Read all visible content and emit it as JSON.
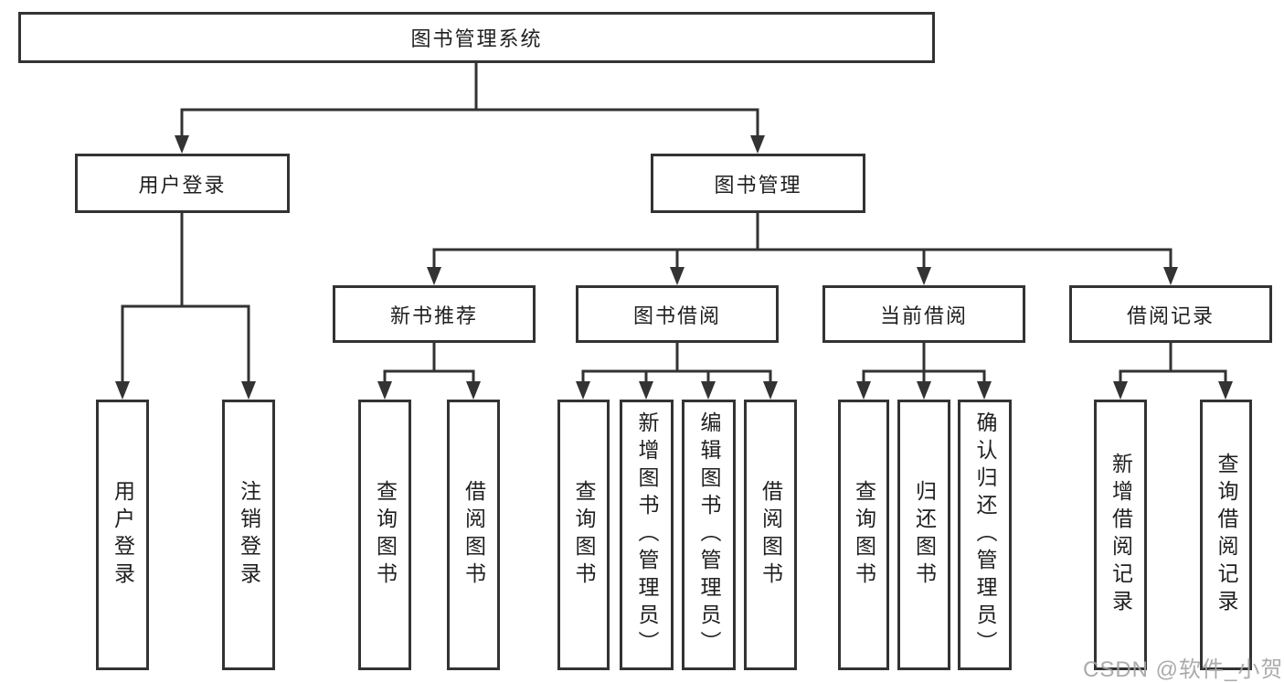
{
  "diagram": {
    "root": {
      "label": "图书管理系统"
    },
    "level2": [
      {
        "label": "用户登录"
      },
      {
        "label": "图书管理"
      }
    ],
    "level3": [
      {
        "label": "新书推荐"
      },
      {
        "label": "图书借阅"
      },
      {
        "label": "当前借阅"
      },
      {
        "label": "借阅记录"
      }
    ],
    "leaves": {
      "user_login": [
        "用户登录",
        "注销登录"
      ],
      "new_rec": [
        "查询图书",
        "借阅图书"
      ],
      "book_borrow": [
        "查询图书",
        "新增图书（管理员）",
        "编辑图书（管理员）",
        "借阅图书"
      ],
      "current_borrow": [
        "查询图书",
        "归还图书",
        "确认归还（管理员）"
      ],
      "records": [
        "新增借阅记录",
        "查询借阅记录"
      ]
    }
  },
  "watermark": {
    "text": "CSDN @软件_小贺同学"
  },
  "colors": {
    "line": "#333333",
    "text": "#1f1f1f",
    "background": "#ffffff",
    "watermark": "#a2a2a2"
  }
}
